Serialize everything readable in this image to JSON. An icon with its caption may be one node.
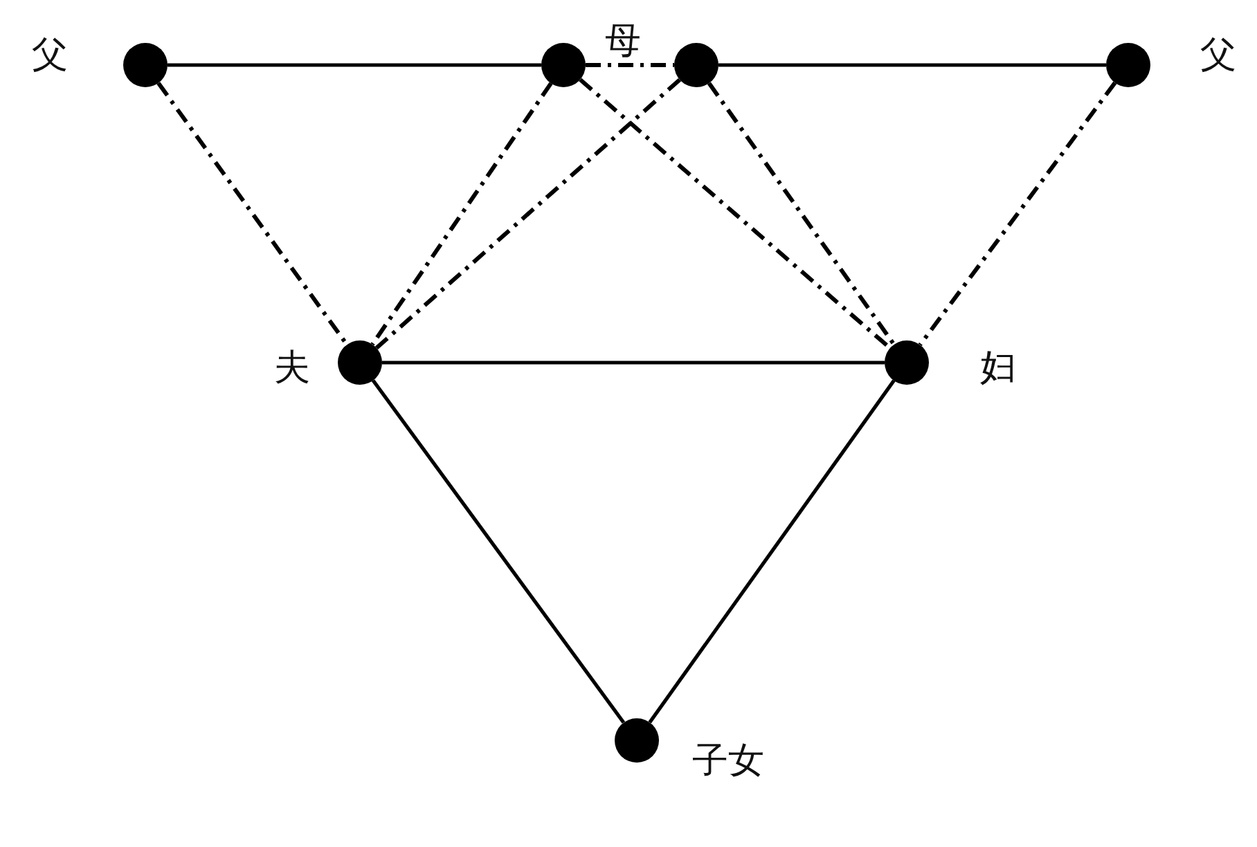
{
  "diagram": {
    "nodes": [
      {
        "text": [],
        "shape": "circle",
        "beside": [
          "父"
        ]
      },
      {
        "text": [],
        "shape": "circle"
      },
      {
        "text": [],
        "shape": "circle"
      },
      {
        "text": [],
        "shape": "circle",
        "beside": [
          "父"
        ]
      },
      {
        "text": [],
        "shape": "circle",
        "beside": [
          "夫"
        ]
      },
      {
        "text": [],
        "shape": "circle",
        "beside": [
          "妇"
        ]
      },
      {
        "text": [],
        "shape": "circle",
        "beside": [
          "子女"
        ]
      }
    ],
    "edges": [
      {
        "from": 0,
        "to": 1,
        "arrow": "none"
      },
      {
        "from": 1,
        "to": 2,
        "arrow": "none",
        "style": "dashed"
      },
      {
        "from": 2,
        "to": 3,
        "arrow": "none"
      },
      {
        "from": 0,
        "to": 4,
        "arrow": "none",
        "style": "dashed"
      },
      {
        "from": 1,
        "to": 4,
        "arrow": "none",
        "style": "dashed"
      },
      {
        "from": 2,
        "to": 4,
        "arrow": "none",
        "style": "dashed"
      },
      {
        "from": 1,
        "to": 5,
        "arrow": "none",
        "style": "dashed"
      },
      {
        "from": 2,
        "to": 5,
        "arrow": "none",
        "style": "dashed"
      },
      {
        "from": 3,
        "to": 5,
        "arrow": "none",
        "style": "dashed"
      },
      {
        "from": 4,
        "to": 5,
        "arrow": "none"
      },
      {
        "from": 4,
        "to": 6,
        "arrow": "none"
      },
      {
        "from": 5,
        "to": 6,
        "arrow": "none"
      }
    ],
    "labels": [
      "母"
    ]
  }
}
